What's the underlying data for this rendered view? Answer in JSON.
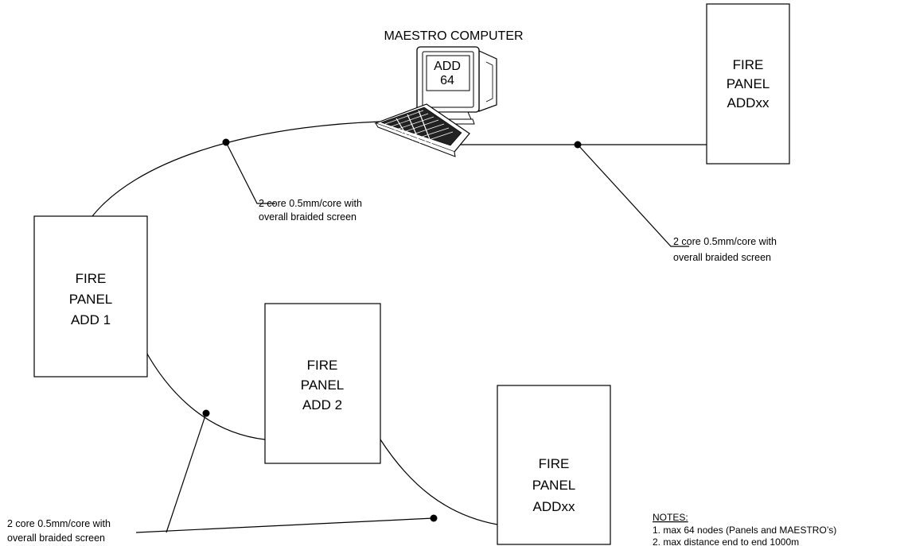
{
  "computer": {
    "title": "MAESTRO COMPUTER",
    "screen_line1": "ADD",
    "screen_line2": "64"
  },
  "panels": [
    {
      "line1": "FIRE",
      "line2": "PANEL",
      "line3": "ADDxx"
    },
    {
      "line1": "FIRE",
      "line2": "PANEL",
      "line3": "ADD 1"
    },
    {
      "line1": "FIRE",
      "line2": "PANEL",
      "line3": "ADD 2"
    },
    {
      "line1": "FIRE",
      "line2": "PANEL",
      "line3": "ADDxx"
    }
  ],
  "callouts": [
    {
      "line1": "2 core 0.5mm/core with",
      "line2": "overall braided screen"
    },
    {
      "line1": "2 core 0.5mm/core with",
      "line2": "overall braided screen"
    },
    {
      "line1": "2 core 0.5mm/core with",
      "line2": "overall braided screen"
    }
  ],
  "notes": {
    "heading": "NOTES:",
    "items": [
      "1. max 64 nodes (Panels and MAESTRO’s)",
      "2. max distance end to end 1000m"
    ]
  }
}
